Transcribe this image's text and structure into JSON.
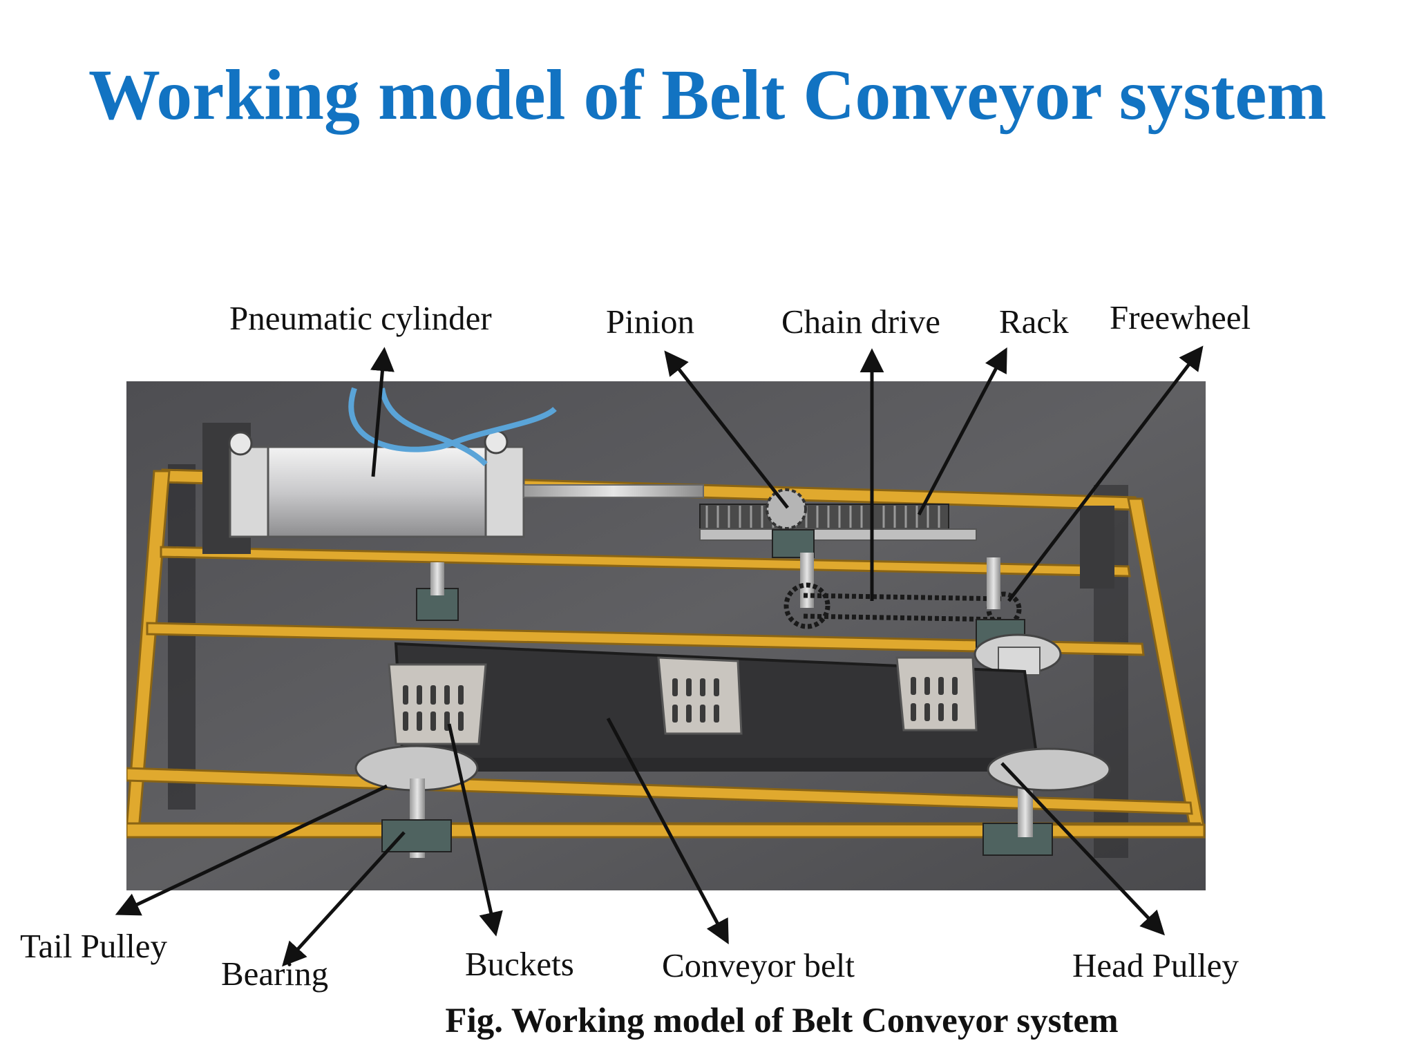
{
  "title": "Working model of Belt Conveyor system",
  "labels": {
    "pneumatic_cylinder": "Pneumatic cylinder",
    "pinion": "Pinion",
    "chain_drive": "Chain drive",
    "rack": "Rack",
    "freewheel": "Freewheel",
    "tail_pulley": "Tail Pulley",
    "bearing": "Bearing",
    "buckets": "Buckets",
    "conveyor_belt": "Conveyor belt",
    "head_pulley": "Head Pulley"
  },
  "caption": "Fig. Working model of Belt Conveyor system",
  "colors": {
    "title": "#1273c2",
    "frame": "#e0a92e",
    "floor": "#5a5a5c"
  }
}
